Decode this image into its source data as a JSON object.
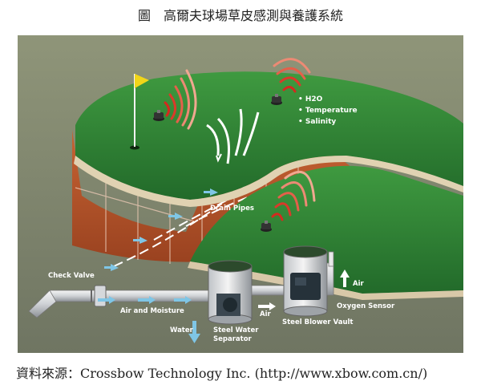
{
  "figure": {
    "title": "圖　高爾夫球場草皮感測與養護系統",
    "source": "資料來源：Crossbow Technology Inc. (http://www.xbow.com.cn/)"
  },
  "diagram": {
    "sensor_readings": [
      "• H2O",
      "• Temperature",
      "• Salinity"
    ],
    "labels": {
      "drain_pipes": "Drain Pipes",
      "check_valve": "Check Valve",
      "air_and_moisture": "Air and Moisture",
      "water": "Water",
      "air_center": "Air",
      "air_top": "Air",
      "separator_line1": "Steel Water",
      "separator_line2": "Separator",
      "blower_vault": "Steel Blower Vault",
      "oxygen_sensor": "Oxygen Sensor"
    },
    "colors": {
      "background": "#8e9474",
      "turf": "#2e7a32",
      "soil": "#b5552a",
      "signal_near": "#d42a1e",
      "signal_far": "#f0a890",
      "flag": "#f1d619",
      "flow_arrow": "#7fc6e6"
    }
  }
}
